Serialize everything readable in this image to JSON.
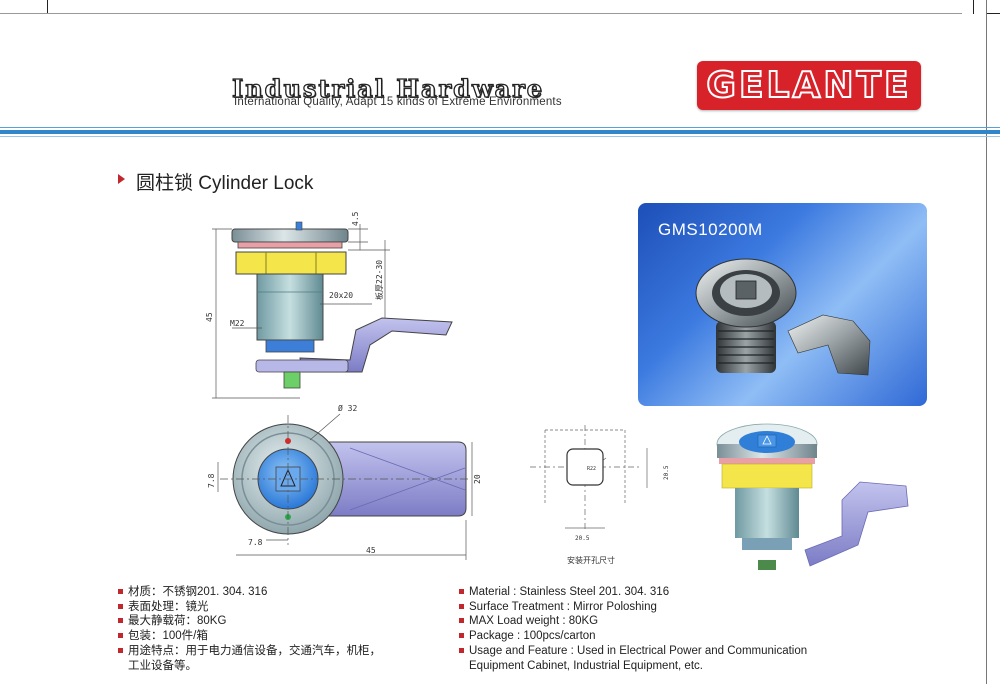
{
  "header": {
    "title": "Industrial Hardware",
    "subtitle": "International Quality, Adapt 15 kinds of Extreme Environments",
    "logo_text": "GELANTE"
  },
  "section": {
    "title": "圆柱锁 Cylinder Lock"
  },
  "photo": {
    "model_code": "GMS10200M"
  },
  "drawing": {
    "side_view": {
      "dim_top": "4.5",
      "dim_range": "板厚22-30",
      "dim_square": "20x20",
      "dim_height": "45",
      "thread": "M22"
    },
    "front_view": {
      "dim_diameter": "Ø 32",
      "dim_offset_v": "7.8",
      "dim_offset_h": "7.8",
      "dim_length": "45",
      "dim_width": "20"
    },
    "hole": {
      "dim_w": "20.5",
      "dim_h": "20.5",
      "dim_diag": "R22",
      "caption": "安装开孔尺寸"
    }
  },
  "specs_cn": [
    "材质：不锈钢201. 304. 316",
    "表面处理：镜光",
    "最大静载荷：80KG",
    "包装：100件/箱",
    "用途特点：用于电力通信设备，交通汽车，机柜，",
    "工业设备等。"
  ],
  "specs_en": [
    "Material : Stainless Steel 201. 304. 316",
    "Surface Treatment : Mirror Poloshing",
    "MAX Load weight : 80KG",
    "Package : 100pcs/carton",
    "Usage and Feature : Used in Electrical Power and Communication",
    "Equipment Cabinet, Industrial Equipment, etc."
  ],
  "colors": {
    "accent_red": "#d7222a",
    "stripe_blue": "#2f86c8",
    "photo_blue": "#2f69d6"
  }
}
